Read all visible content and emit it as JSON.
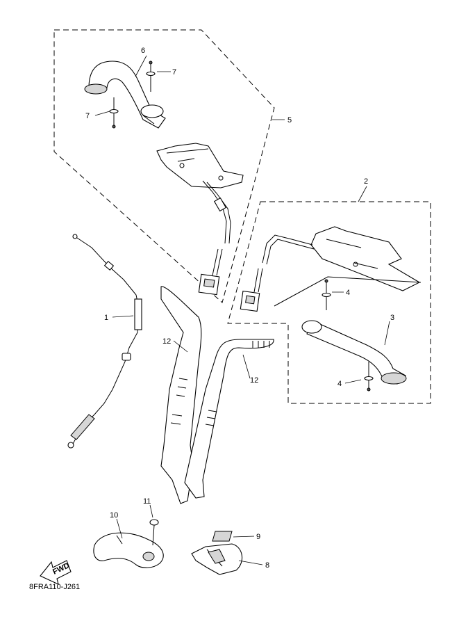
{
  "callouts": {
    "p1": "1",
    "p2": "2",
    "p3": "3",
    "p4a": "4",
    "p4b": "4",
    "p5": "5",
    "p6": "6",
    "p7a": "7",
    "p7b": "7",
    "p8": "8",
    "p9": "9",
    "p10": "10",
    "p11": "11",
    "p12a": "12",
    "p12b": "12"
  },
  "fwd_label": "FWD",
  "diagram_code": "8FRA110-J261"
}
